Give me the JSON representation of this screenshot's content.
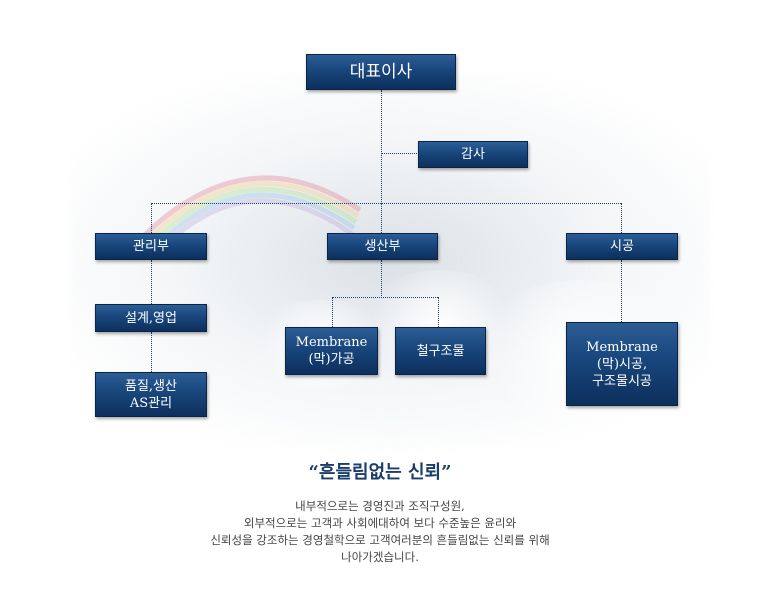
{
  "org_chart": {
    "ceo": "대표이사",
    "audit": "감사",
    "departments": [
      {
        "name": "관리부",
        "children": [
          "설계,영업",
          "품질,생산\nAS관리"
        ]
      },
      {
        "name": "생산부",
        "children": [
          "Membrane\n(막)가공",
          "철구조물"
        ]
      },
      {
        "name": "시공",
        "children": [
          "Membrane\n(막)시공,\n구조물시공"
        ]
      }
    ]
  },
  "slogan": "“흔들림없는 신뢰”",
  "description": [
    "내부적으로는 경영진과 조직구성원,",
    "외부적으로는 고객과 사회에대하여 보다 수준높은 윤리와",
    "신뢰성을 강조하는 경영철학으로 고객여러분의 흔들림없는 신뢰를 위해",
    "나아가겠습니다."
  ]
}
